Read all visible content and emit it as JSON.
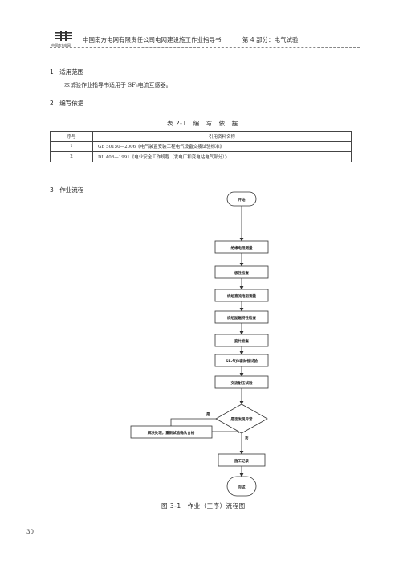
{
  "header": {
    "logo_sub": "中国南方电网",
    "title": "中国南方电网有限责任公司电网建设施工作业指导书",
    "part_label": "第 4 部分：电气试验"
  },
  "section1": {
    "heading": "1　适用范围",
    "text": "本试验作业指导书适用于 SF₆电流互感器。"
  },
  "section2": {
    "heading": "2　编写依据",
    "table_caption": "表 2-1　编　写　依　据",
    "col_no": "序号",
    "col_ref": "引用资料名称",
    "rows": [
      {
        "no": "1",
        "ref": "GB 50150—2006《电气装置安装工程电气设备交接试验标准》"
      },
      {
        "no": "2",
        "ref": "DL 408—1991《电业安全工作规程（发电厂和变电站电气部分）》"
      }
    ]
  },
  "section3": {
    "heading": "3　作业流程"
  },
  "flowchart": {
    "start": "开始",
    "steps": [
      "绝缘电阻测量",
      "极性检查",
      "绕组直流电阻测量",
      "绕组励磁特性检查",
      "变比检查",
      "SF₆气体密封性试验",
      "交流耐压试验"
    ],
    "decision": "是否发现异常",
    "yes_label": "是",
    "no_label": "否",
    "fix_box": "解决处理，重新试验确认合格",
    "record": "施工记录",
    "end": "完成"
  },
  "figure_caption": "图 3-1　作业（工序）流程图",
  "page_number": "30"
}
